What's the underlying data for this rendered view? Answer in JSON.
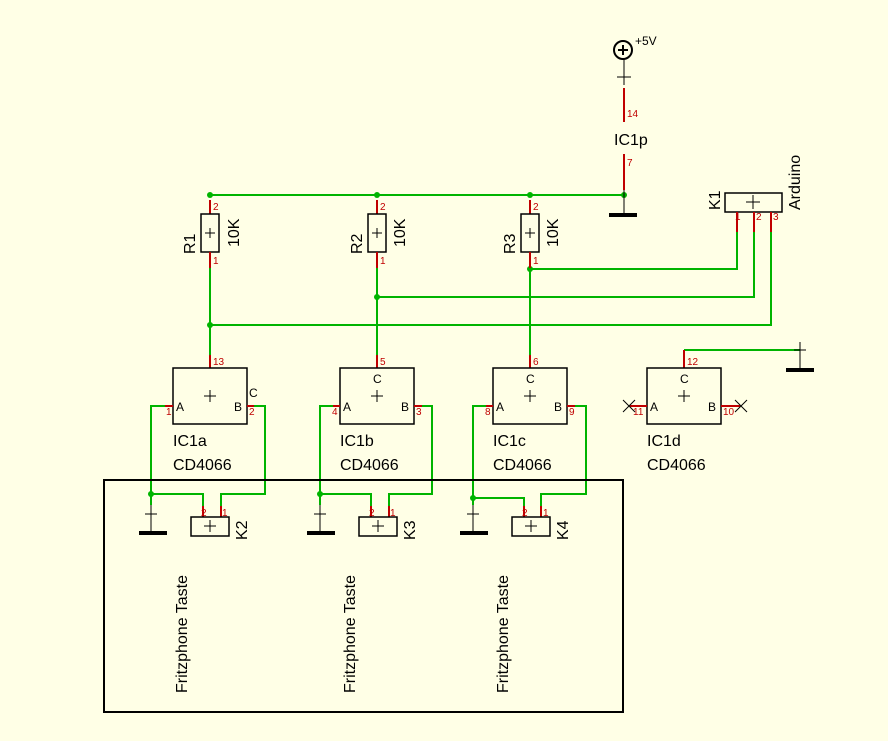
{
  "power": {
    "label": "+5V"
  },
  "power_ic": {
    "name": "IC1p",
    "pin_top": "14",
    "pin_bottom": "7"
  },
  "connector_k1": {
    "ref": "K1",
    "label": "Arduino",
    "pins": [
      "1",
      "2",
      "3"
    ]
  },
  "resistors": [
    {
      "ref": "R1",
      "value": "10K",
      "pin_top": "2",
      "pin_bottom": "1"
    },
    {
      "ref": "R2",
      "value": "10K",
      "pin_top": "2",
      "pin_bottom": "1"
    },
    {
      "ref": "R3",
      "value": "10K",
      "pin_top": "2",
      "pin_bottom": "1"
    }
  ],
  "switches": [
    {
      "name": "IC1a",
      "part": "CD4066",
      "label_a": "A",
      "label_b": "B",
      "label_c": "C",
      "pin_a": "1",
      "pin_b": "2",
      "pin_c": "13"
    },
    {
      "name": "IC1b",
      "part": "CD4066",
      "label_a": "A",
      "label_b": "B",
      "label_c": "C",
      "pin_a": "4",
      "pin_b": "3",
      "pin_c": "5"
    },
    {
      "name": "IC1c",
      "part": "CD4066",
      "label_a": "A",
      "label_b": "B",
      "label_c": "C",
      "pin_a": "8",
      "pin_b": "9",
      "pin_c": "6"
    },
    {
      "name": "IC1d",
      "part": "CD4066",
      "label_a": "A",
      "label_b": "B",
      "label_c": "C",
      "pin_a": "11",
      "pin_b": "10",
      "pin_c": "12"
    }
  ],
  "keys": [
    {
      "ref": "K2",
      "pin_left": "2",
      "pin_right": "1",
      "caption": "Fritzphone Taste"
    },
    {
      "ref": "K3",
      "pin_left": "2",
      "pin_right": "1",
      "caption": "Fritzphone Taste"
    },
    {
      "ref": "K4",
      "pin_left": "2",
      "pin_right": "1",
      "caption": "Fritzphone Taste"
    }
  ],
  "colors": {
    "background": "#ffffe6",
    "wire": "#00b400",
    "pin": "#c00000",
    "outline": "#000000"
  }
}
